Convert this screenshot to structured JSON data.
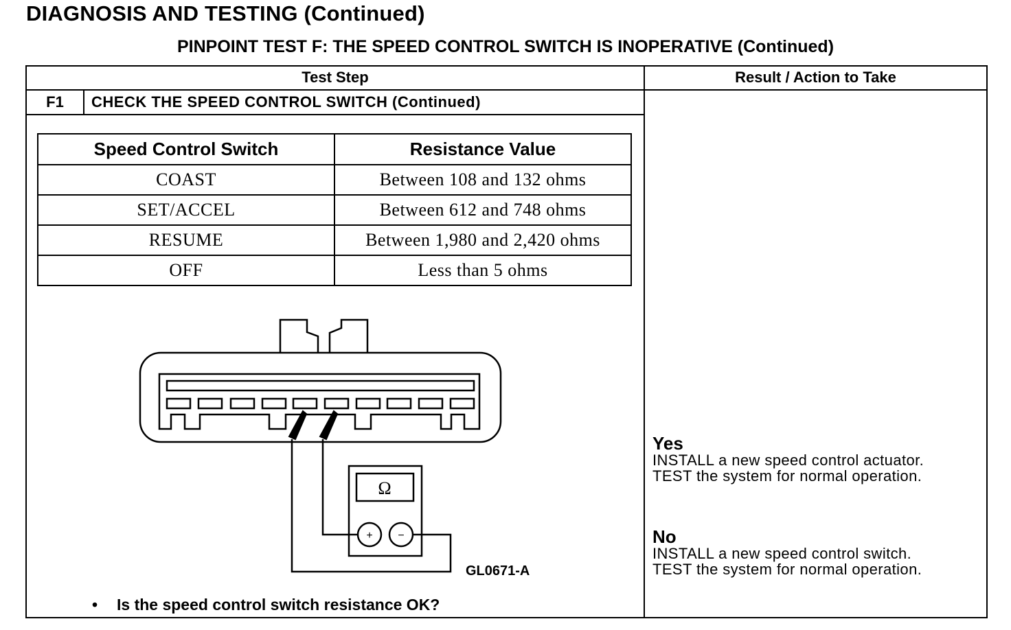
{
  "page": {
    "title": "DIAGNOSIS AND TESTING (Continued)",
    "test_title": "PINPOINT TEST F: THE SPEED CONTROL SWITCH IS INOPERATIVE (Continued)"
  },
  "headers": {
    "test_step": "Test Step",
    "result_action": "Result / Action to Take"
  },
  "step": {
    "id": "F1",
    "title": "CHECK THE SPEED CONTROL SWITCH (Continued)"
  },
  "resistance_table": {
    "columns": [
      "Speed Control Switch",
      "Resistance Value"
    ],
    "rows": [
      [
        "COAST",
        "Between 108 and 132 ohms"
      ],
      [
        "SET/ACCEL",
        "Between 612 and 748 ohms"
      ],
      [
        "RESUME",
        "Between 1,980 and 2,420 ohms"
      ],
      [
        "OFF",
        "Less than 5 ohms"
      ]
    ]
  },
  "diagram": {
    "meter_symbol": "Ω",
    "plus_symbol": "+",
    "minus_symbol": "−",
    "figure_id": "GL0671-A"
  },
  "question": {
    "bullet": "•",
    "text": "Is the speed control switch resistance OK?"
  },
  "results": {
    "yes": {
      "label": "Yes",
      "lines": [
        "INSTALL a new speed control actuator.",
        "TEST the system for normal operation."
      ]
    },
    "no": {
      "label": "No",
      "lines": [
        "INSTALL a new speed control switch.",
        "TEST the system for normal operation."
      ]
    }
  }
}
